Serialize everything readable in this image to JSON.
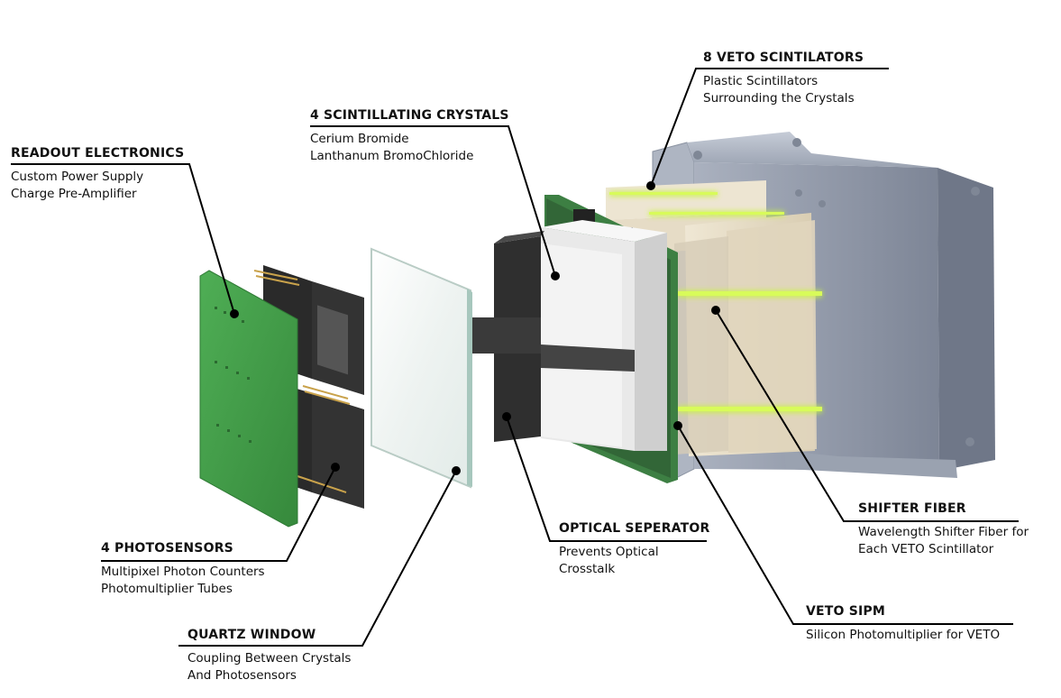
{
  "callouts": {
    "readout": {
      "title": "READOUT ELECTRONICS",
      "lines": [
        "Custom Power Supply",
        "Charge Pre-Amplifier"
      ]
    },
    "crystals": {
      "title": "4 SCINTILLATING CRYSTALS",
      "lines": [
        "Cerium Bromide",
        "Lanthanum BromoChloride"
      ]
    },
    "veto_scint": {
      "title": "8 VETO SCINTILATORS",
      "lines": [
        "Plastic Scintillators",
        "Surrounding the Crystals"
      ]
    },
    "photosensors": {
      "title": "4 PHOTOSENSORS",
      "lines": [
        "Multipixel Photon Counters",
        "Photomultiplier Tubes"
      ]
    },
    "quartz": {
      "title": "QUARTZ WINDOW",
      "lines": [
        "Coupling Between Crystals",
        "And Photosensors"
      ]
    },
    "separator": {
      "title": "OPTICAL SEPERATOR",
      "lines": [
        "Prevents Optical",
        "Crosstalk"
      ]
    },
    "shifter": {
      "title": "SHIFTER FIBER",
      "lines": [
        "Wavelength Shifter Fiber for",
        "Each VETO Scintillator"
      ]
    },
    "veto_sipm": {
      "title": "VETO SIPM",
      "lines": [
        "Silicon Photomultiplier for VETO"
      ]
    }
  },
  "colors": {
    "pcb": "#3f9a46",
    "fiber": "#c8f53a",
    "housing": "#8e97a8",
    "scintillator": "#e6dcc6",
    "crystal": "#f2f2f2",
    "separator": "#3a3a3a"
  }
}
